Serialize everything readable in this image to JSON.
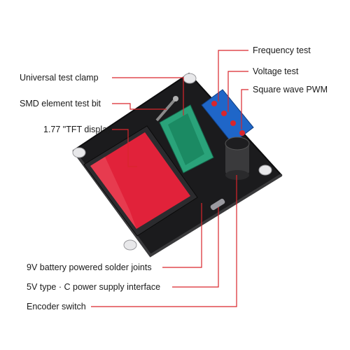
{
  "labels": {
    "frequency_test": "Frequency test",
    "voltage_test": "Voltage test",
    "square_wave_pwm": "Square wave PWM",
    "universal_test_clamp": "Universal test clamp",
    "smd_element_test_bit": "SMD element test bit",
    "tft_display": "1.77 \"TFT display",
    "battery_solder_joints": "9V battery powered solder joints",
    "type_c_interface": "5V type · C power supply interface",
    "encoder_switch": "Encoder switch"
  },
  "colors": {
    "leader_line": "#d9262c",
    "pcb": "#1b1b1d",
    "terminal_block": "#1f66c8",
    "zif_socket": "#2aa37a",
    "lcd_screen": "#e1223a"
  }
}
